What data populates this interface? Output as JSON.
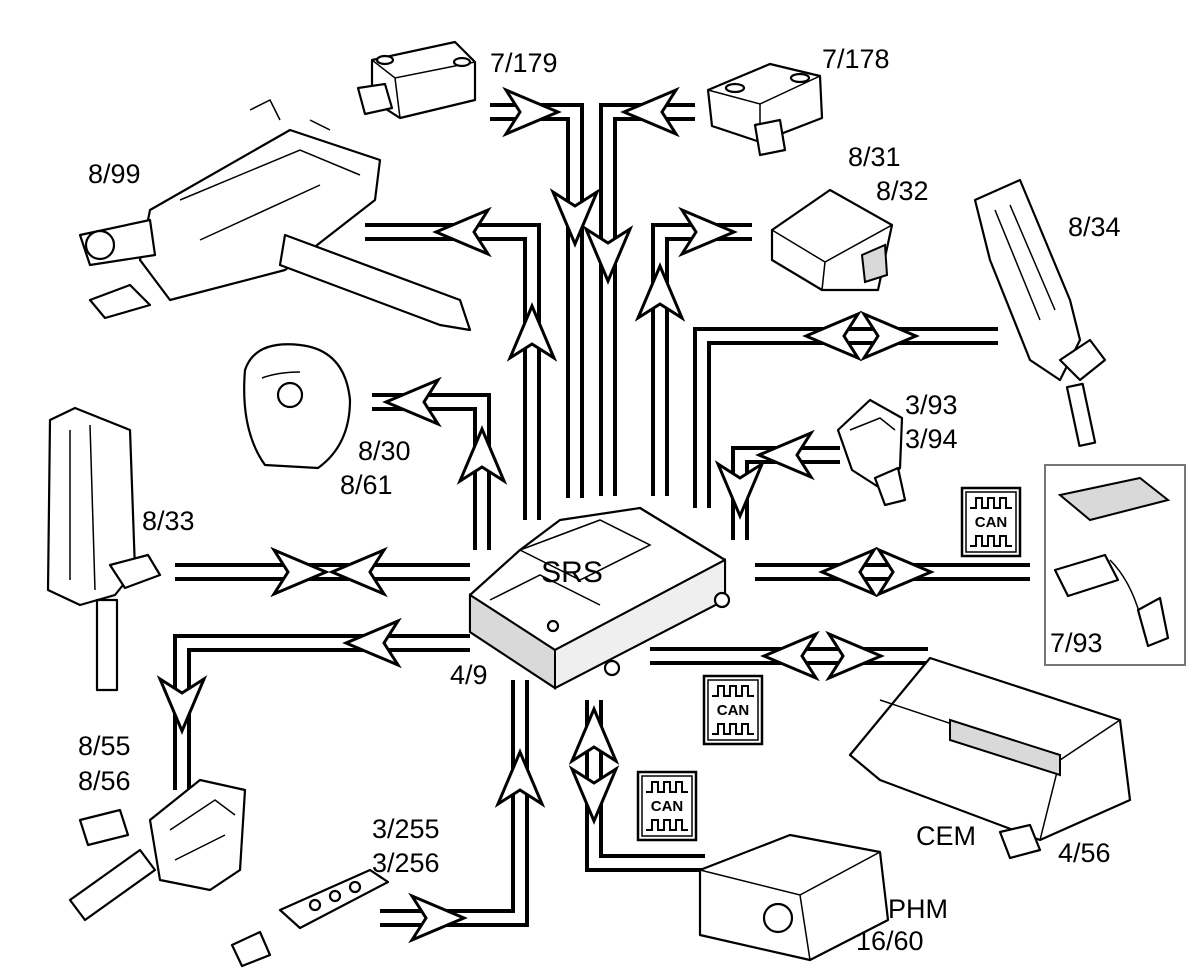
{
  "central_unit": {
    "name": "SRS",
    "code": "4/9"
  },
  "can_badge": {
    "top": "CAN"
  },
  "components": {
    "c_7_179": {
      "code": "7/179"
    },
    "c_7_178": {
      "code": "7/178"
    },
    "c_8_99": {
      "code": "8/99"
    },
    "c_8_31": {
      "code_1": "8/31",
      "code_2": "8/32"
    },
    "c_8_34": {
      "code": "8/34"
    },
    "c_8_30": {
      "code_1": "8/30",
      "code_2": "8/61"
    },
    "c_3_93": {
      "code_1": "3/93",
      "code_2": "3/94"
    },
    "c_8_33": {
      "code": "8/33"
    },
    "c_7_93": {
      "code": "7/93"
    },
    "c_8_55": {
      "code_1": "8/55",
      "code_2": "8/56"
    },
    "c_3_255": {
      "code_1": "3/255",
      "code_2": "3/256"
    },
    "cem": {
      "name": "CEM",
      "code": "4/56"
    },
    "phm": {
      "name": "PHM",
      "code": "16/60"
    }
  }
}
